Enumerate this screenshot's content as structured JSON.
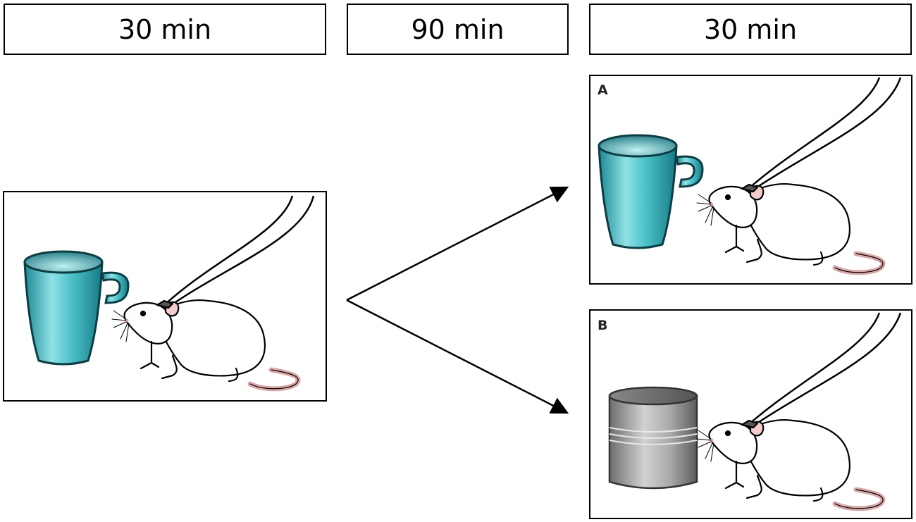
{
  "headers": {
    "phase1": "30 min",
    "delay": "90 min",
    "phase2": "30 min"
  },
  "panels": {
    "a_label": "A",
    "b_label": "B"
  },
  "colors": {
    "mug": "#3fb6bf",
    "can": "#9a9a9a",
    "rat": "#ffffff",
    "rat_pink": "#f2c4c4",
    "outline": "#000000"
  }
}
